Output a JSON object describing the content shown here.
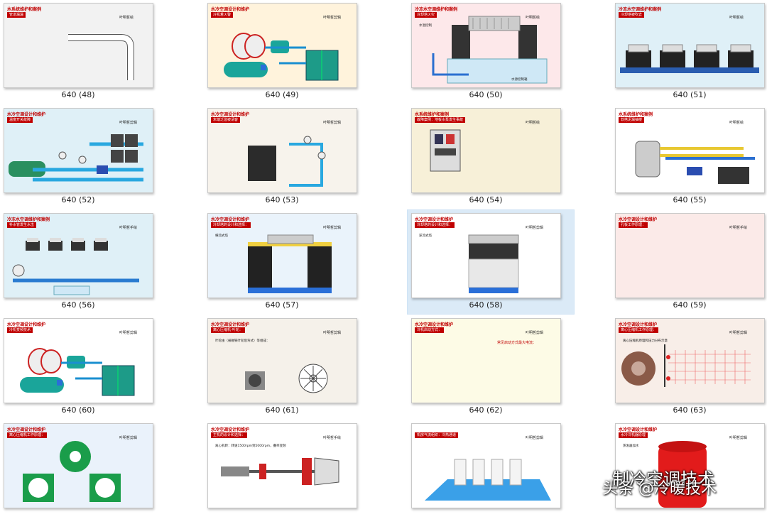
{
  "watermark": {
    "top": "制冷空调技术",
    "bottom": "头条 @冷暖技术"
  },
  "thumbnails": [
    {
      "caption": "640 (48)",
      "bg": "#f2f2f2",
      "title": "水系统维护和案例",
      "sub": "管道漏漏",
      "author": "叶明哲绘",
      "art": "pipe"
    },
    {
      "caption": "640 (49)",
      "bg": "#fff3dc",
      "title": "水冷空调设计和维护",
      "sub": "冷机着火警",
      "author": "叶明哲剪辑",
      "art": "chiller"
    },
    {
      "caption": "640 (50)",
      "bg": "#fde8ea",
      "title": "冷冻水空调维护和案例",
      "sub": "冷却塔火灾",
      "author": "叶明哲绘",
      "art": "tower",
      "notes": [
        "水温控制",
        "水源控制箱"
      ]
    },
    {
      "caption": "640 (51)",
      "bg": "#dff0f7",
      "title": "冷冻水空调维护和案例",
      "sub": "冷却塔被吹去",
      "author": "叶明哲绘",
      "art": "towers"
    },
    {
      "caption": "640 (52)",
      "bg": "#dff0f7",
      "title": "水冷空调设计和维护",
      "sub": "温度开关故障",
      "author": "叶明哲剪辑",
      "art": "pump"
    },
    {
      "caption": "640 (53)",
      "bg": "#f7f3ec",
      "title": "水冷空调设计和维护",
      "sub": "末端泛滥被请客",
      "author": "叶明哲剪辑",
      "art": "cabinet"
    },
    {
      "caption": "640 (54)",
      "bg": "#f7f0d8",
      "title": "水系统维护和案例",
      "sub": "故障案例：地板水泵发生事故",
      "author": "叶明哲绘",
      "art": "panel"
    },
    {
      "caption": "640 (55)",
      "bg": "#ffffff",
      "title": "水系统维护和案例",
      "sub": "软搭泥漏抽楼",
      "author": "叶明哲绘",
      "art": "tank"
    },
    {
      "caption": "640 (56)",
      "bg": "#dff0f7",
      "title": "冷冻水空调维护和案例",
      "sub": "补水管发生水击",
      "author": "叶明哲手绘",
      "art": "hammer"
    },
    {
      "caption": "640 (57)",
      "bg": "#eaf3fb",
      "title": "水冷空调设计和维护",
      "sub": "冷却塔的设计和选择：",
      "author": "叶明哲剪辑",
      "art": "bigtower",
      "notes": [
        "横流式塔"
      ]
    },
    {
      "caption": "640 (58)",
      "bg": "#ffffff",
      "title": "水冷空调设计和维护",
      "sub": "冷却塔的设计和选择：",
      "author": "叶明哲剪辑",
      "art": "counter",
      "notes": [
        "逆流式塔"
      ],
      "selected": true
    },
    {
      "caption": "640 (59)",
      "bg": "#fbeae8",
      "title": "水冷空调设计和维护",
      "sub": "孔板工作原理：",
      "author": "叶明哲手绘",
      "art": "none"
    },
    {
      "caption": "640 (60)",
      "bg": "#ffffff",
      "title": "水冷空调设计和维护",
      "sub": "冷机变频技术",
      "author": "叶明哲剪辑",
      "art": "chiller"
    },
    {
      "caption": "640 (61)",
      "bg": "#f5f1ea",
      "title": "水冷空调设计和维护",
      "sub": "离心压缩机-叶轮：",
      "author": "叶明哲剪辑",
      "art": "impeller",
      "notes": [
        "叶轮由（被磁铁叶轮后弯式）等组成："
      ]
    },
    {
      "caption": "640 (62)",
      "bg": "#fdfbe6",
      "title": "水冷空调设计和维护",
      "sub": "冷机启动方式：",
      "author": "叶明哲剪辑",
      "art": "none",
      "red": "常见启动方式最大电流："
    },
    {
      "caption": "640 (63)",
      "bg": "#f8eee8",
      "title": "水冷空调设计和维护",
      "sub": "离心压缩机工作原理：",
      "author": "叶明哲剪辑",
      "art": "volute",
      "notes": [
        "离心压缩机原理和压力分布示意"
      ]
    },
    {
      "caption": "",
      "bg": "#eaf2fb",
      "title": "水冷空调设计和维护",
      "sub": "离心压缩机工作原理：",
      "author": "叶明哲剪辑",
      "art": "compressor"
    },
    {
      "caption": "",
      "bg": "#ffffff",
      "title": "水冷空调设计和维护",
      "sub": "主机的设计和选择：",
      "author": "叶明哲手绘",
      "art": "shaft",
      "notes": [
        "离心机转：转速1500rpm到5000rpm，叠率变频"
      ]
    },
    {
      "caption": "",
      "bg": "#ffffff",
      "title": "",
      "sub": "机房气流组织：冷热通道",
      "author": "叶明哲剪辑",
      "art": "aisle"
    },
    {
      "caption": "",
      "bg": "#ffffff",
      "title": "水冷空调设计和维护",
      "sub": "水冷冷机器原理",
      "author": "叶明哲剪辑",
      "art": "redtank",
      "notes": [
        "蒸发器加水"
      ]
    }
  ]
}
